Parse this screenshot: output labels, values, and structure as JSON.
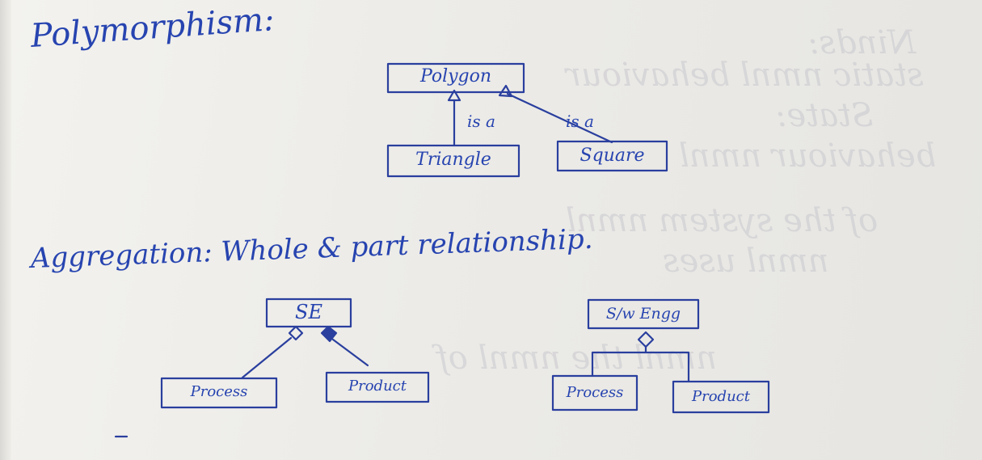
{
  "polymorphism": {
    "heading": "Polymorphism:",
    "parent": "Polygon",
    "children": [
      "Triangle",
      "Square"
    ],
    "relation_label": "is a"
  },
  "aggregation": {
    "heading": "Aggregation: Whole & part relationship.",
    "left": {
      "parent": "SE",
      "children": [
        "Process",
        "Product"
      ]
    },
    "right": {
      "parent": "S/w Engg",
      "children": [
        "Process",
        "Product"
      ]
    }
  },
  "colors": {
    "ink": "#2a3f9e",
    "paper": "#ecebe7"
  }
}
